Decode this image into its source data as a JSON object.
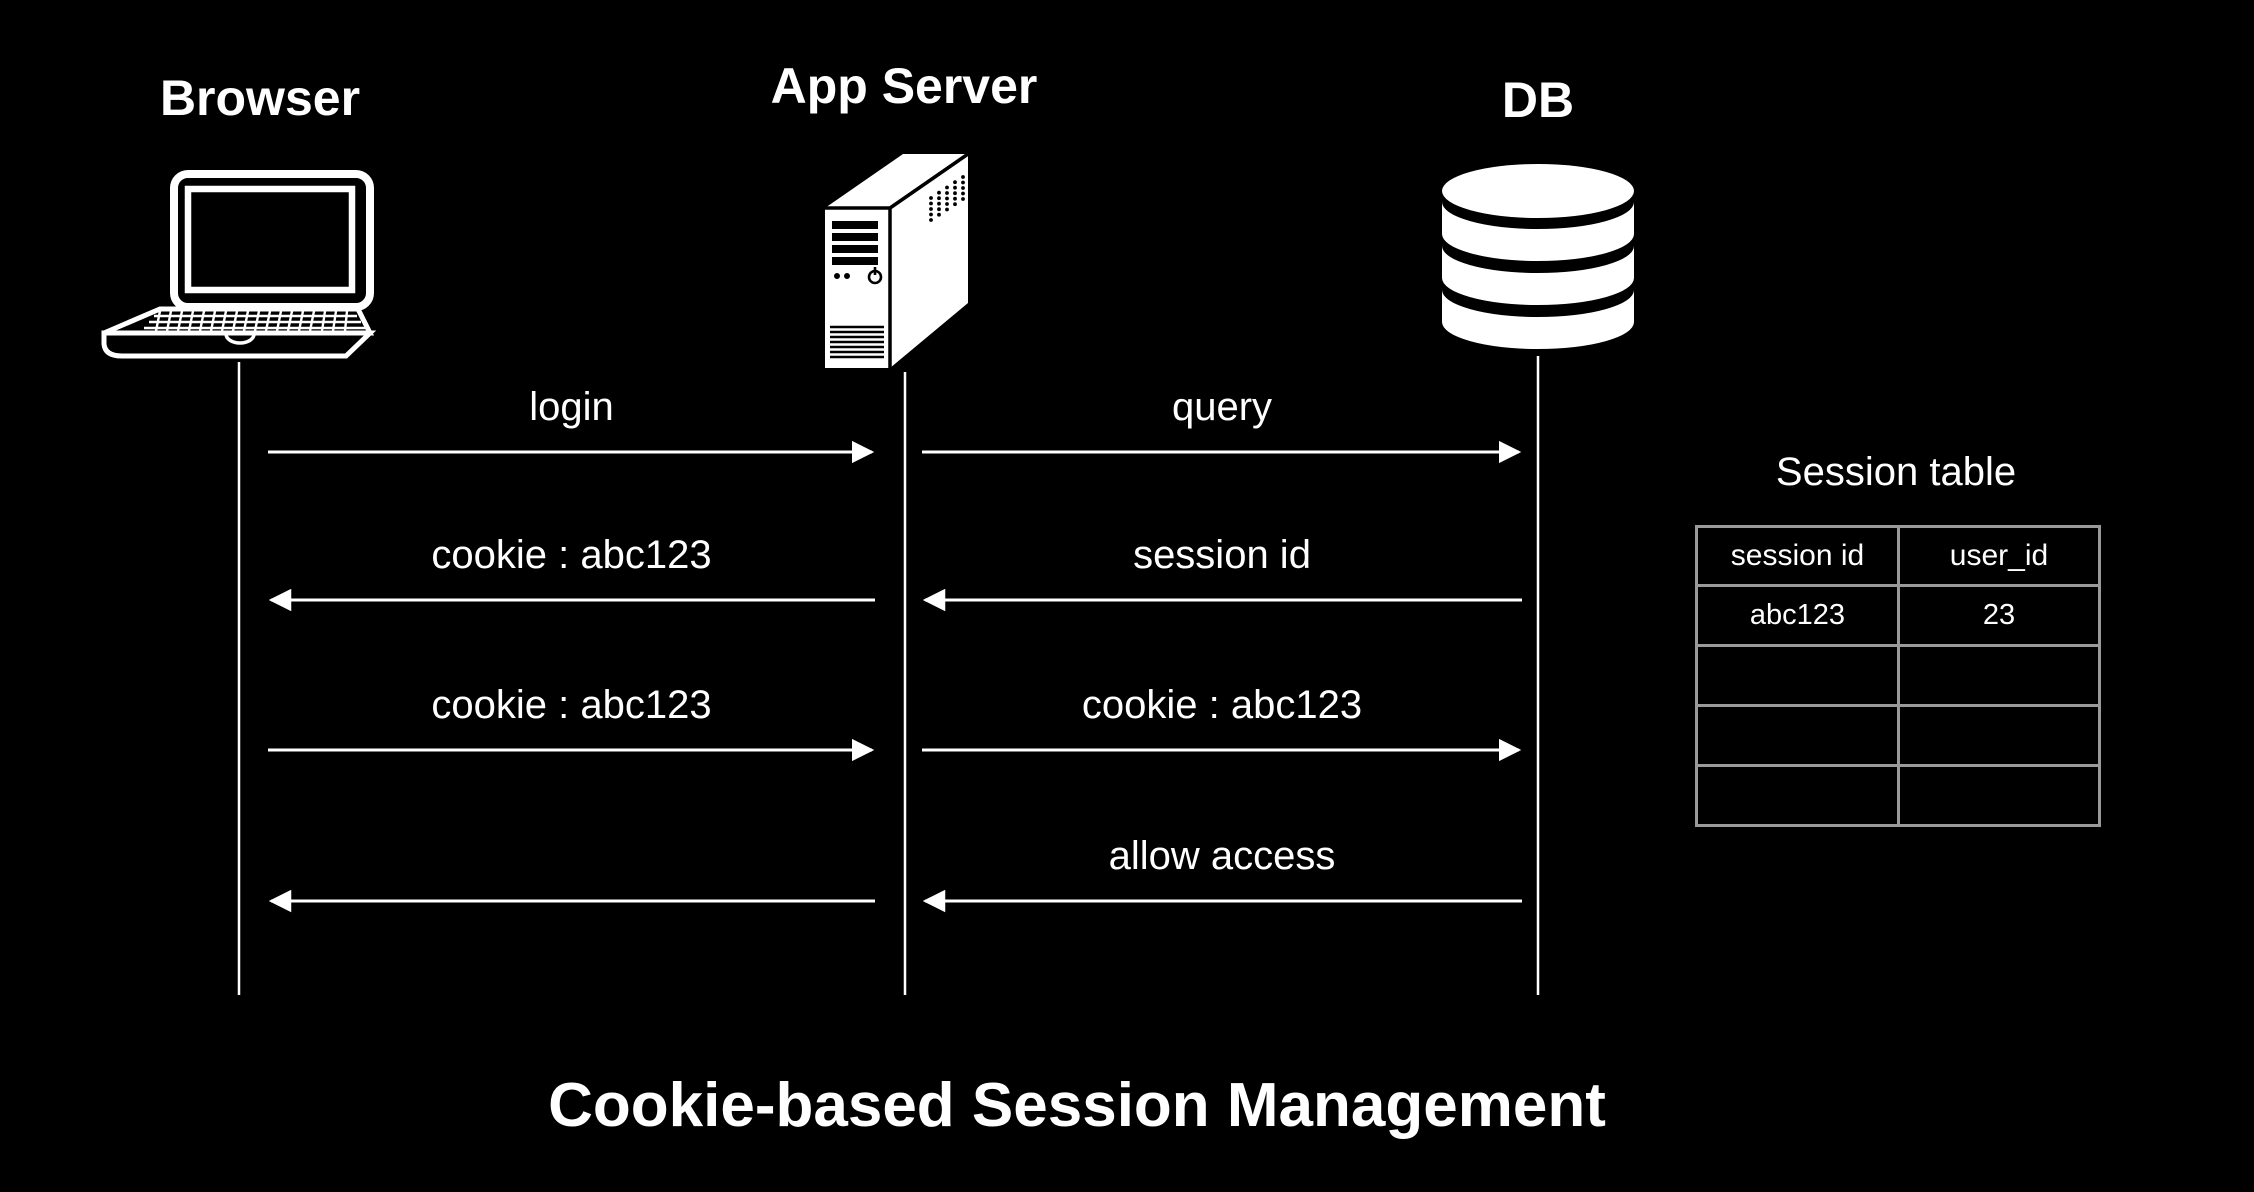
{
  "diagram_title": "Cookie-based Session Management",
  "colors": {
    "background": "#000000",
    "foreground": "#ffffff",
    "table_border": "#9a9a9a"
  },
  "actors": [
    {
      "name": "Browser",
      "icon": "laptop-icon"
    },
    {
      "name": "App Server",
      "icon": "server-icon"
    },
    {
      "name": "DB",
      "icon": "database-icon"
    }
  ],
  "messages": [
    {
      "label": "login",
      "from": "Browser",
      "to": "App Server",
      "direction": "right"
    },
    {
      "label": "query",
      "from": "App Server",
      "to": "DB",
      "direction": "right"
    },
    {
      "label": "cookie : abc123",
      "from": "App Server",
      "to": "Browser",
      "direction": "left"
    },
    {
      "label": "session id",
      "from": "DB",
      "to": "App Server",
      "direction": "left"
    },
    {
      "label": "cookie : abc123",
      "from": "Browser",
      "to": "App Server",
      "direction": "right"
    },
    {
      "label": "cookie : abc123",
      "from": "App Server",
      "to": "DB",
      "direction": "right"
    },
    {
      "label": "",
      "from": "App Server",
      "to": "Browser",
      "direction": "left"
    },
    {
      "label": "allow access",
      "from": "DB",
      "to": "App Server",
      "direction": "left"
    }
  ],
  "session_table": {
    "title": "Session table",
    "columns": [
      "session id",
      "user_id"
    ],
    "rows": [
      [
        "abc123",
        "23"
      ],
      [
        "",
        ""
      ],
      [
        "",
        ""
      ],
      [
        "",
        ""
      ]
    ]
  }
}
